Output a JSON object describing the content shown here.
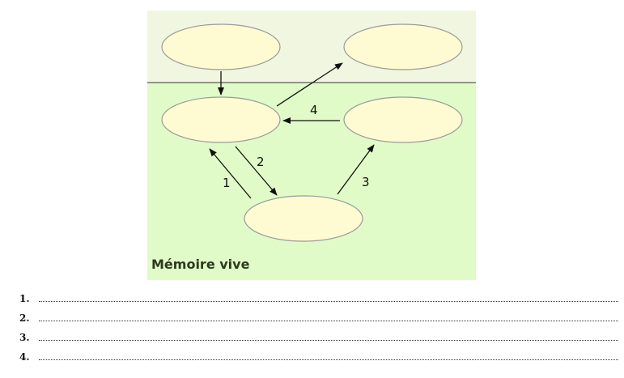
{
  "diagram": {
    "region_label": "Mémoire vive",
    "colors": {
      "upper_region": "#f1f6e0",
      "lower_region": "#e0fbc8",
      "ellipse_fill": "#fefbd2",
      "ellipse_stroke": "#9a9a9a",
      "divider": "#333333",
      "arrow": "#111111"
    },
    "nodes": [
      {
        "id": "top-left",
        "label": ""
      },
      {
        "id": "top-right",
        "label": ""
      },
      {
        "id": "middle-left",
        "label": ""
      },
      {
        "id": "middle-right",
        "label": ""
      },
      {
        "id": "bottom-center",
        "label": ""
      }
    ],
    "arrows": [
      {
        "from": "top-left",
        "to": "middle-left",
        "label": ""
      },
      {
        "from": "middle-left",
        "to": "top-right",
        "label": ""
      },
      {
        "from": "middle-right",
        "to": "middle-left",
        "label": "4"
      },
      {
        "from": "middle-left",
        "to": "bottom-center",
        "label": "2"
      },
      {
        "from": "bottom-center",
        "to": "middle-left",
        "label": "1"
      },
      {
        "from": "bottom-center",
        "to": "middle-right",
        "label": "3"
      }
    ]
  },
  "answers": [
    {
      "number": "1."
    },
    {
      "number": "2."
    },
    {
      "number": "3."
    },
    {
      "number": "4."
    }
  ]
}
